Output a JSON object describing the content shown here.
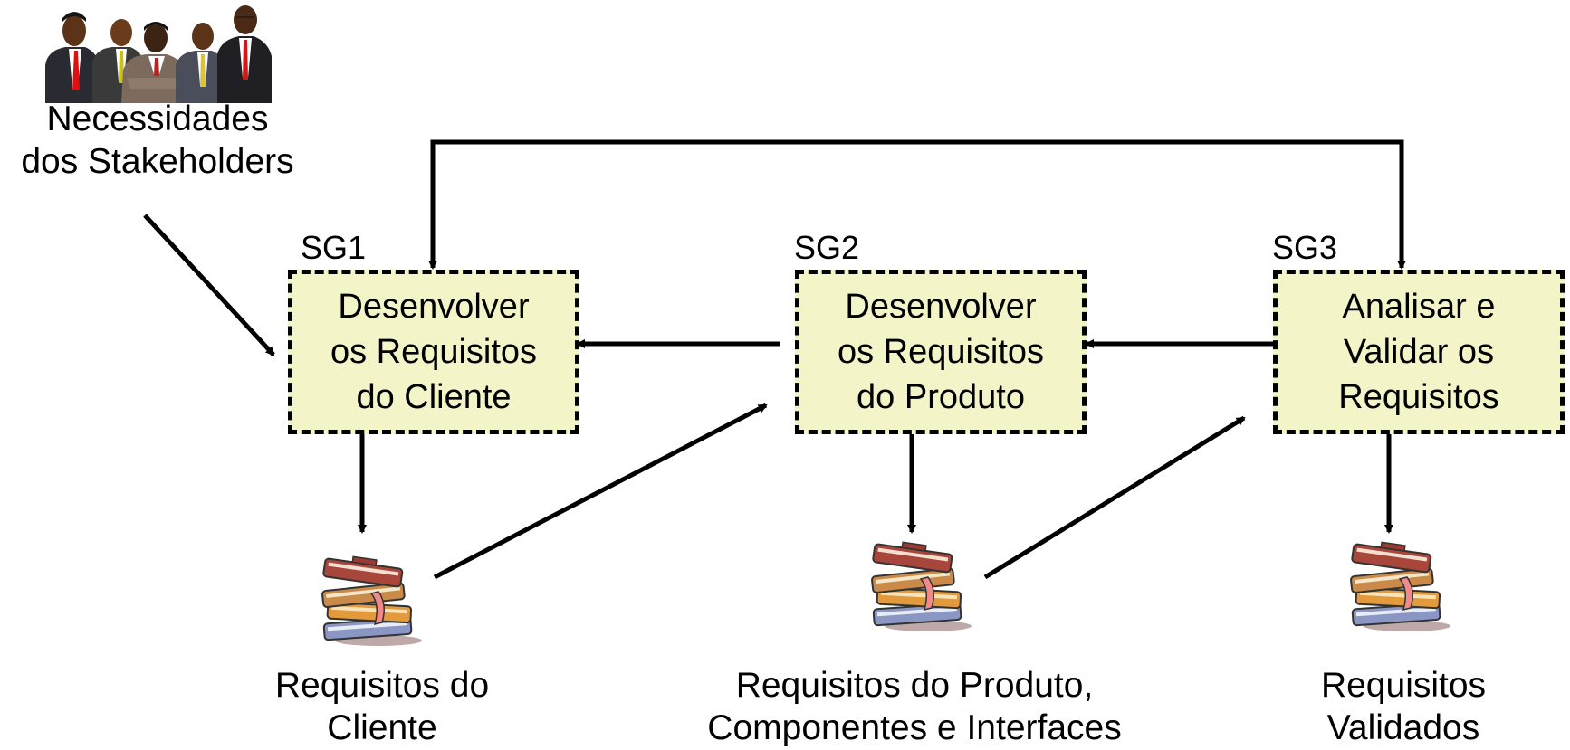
{
  "stakeholders": {
    "icon": "stakeholders-group-icon",
    "label_line1": "Necessidades",
    "label_line2": "dos Stakeholders"
  },
  "steps": [
    {
      "sg": "SG1",
      "title": "Desenvolver\nos Requisitos\ndo Cliente"
    },
    {
      "sg": "SG2",
      "title": "Desenvolver\nos Requisitos\ndo Produto"
    },
    {
      "sg": "SG3",
      "title": "Analisar e\nValidar os\nRequisitos"
    }
  ],
  "outputs": [
    {
      "icon": "books-stack-icon",
      "line1": "Requisitos do",
      "line2": "Cliente"
    },
    {
      "icon": "books-stack-icon",
      "line1": "Requisitos do Produto,",
      "line2": "Componentes e Interfaces"
    },
    {
      "icon": "books-stack-icon",
      "line1": "Requisitos",
      "line2": "Validados"
    }
  ],
  "colors": {
    "box_fill": "#f3f5c8",
    "arrow": "#000000"
  }
}
